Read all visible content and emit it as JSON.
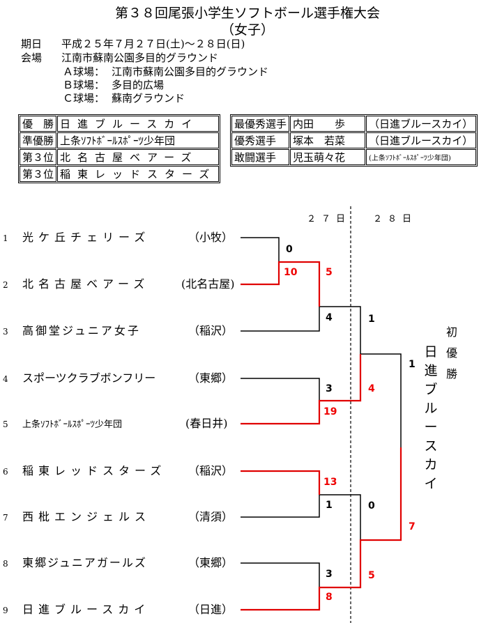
{
  "header": {
    "title": "第３８回尾張小学生ソフトボール選手権大会",
    "subtitle": "（女子）",
    "period_label": "期日",
    "period_value": "平成２５年７月２７日(土)～２８日(日)",
    "venue_label": "会場",
    "venue_value": "江南市蘇南公園多目的グラウンド",
    "fields": [
      {
        "label": "Ａ球場：",
        "value": "江南市蘇南公園多目的グラウンド"
      },
      {
        "label": "Ｂ球場：",
        "value": "多目的広場"
      },
      {
        "label": "Ｃ球場：",
        "value": "蘇南グラウンド"
      }
    ]
  },
  "results": [
    {
      "rank": "優　勝",
      "team": "日進ブルースカイ"
    },
    {
      "rank": "準優勝",
      "team": "上条ｿﾌﾄﾎﾞｰﾙｽﾎﾟｰﾂ少年団"
    },
    {
      "rank": "第３位",
      "team": "北名古屋ベアーズ"
    },
    {
      "rank": "第３位",
      "team": "稲東レッドスターズ"
    }
  ],
  "awards": [
    {
      "title": "最優秀選手",
      "player": "内田　　歩",
      "team": "（日進ブルースカイ）"
    },
    {
      "title": "優秀選手",
      "player": "塚本　若菜",
      "team": "（日進ブルースカイ）"
    },
    {
      "title": "敢闘選手",
      "player": "児玉萌々花",
      "team": "(上条ｿﾌﾄﾎﾞｰﾙｽﾎﾟｰﾂ少年団)"
    }
  ],
  "bracket": {
    "day1": "２７日",
    "day2": "２８日",
    "teams": [
      {
        "num": "1",
        "name": "光ケ丘チェリーズ",
        "region": "（小牧）"
      },
      {
        "num": "2",
        "name": "北名古屋ベアーズ",
        "region": "(北名古屋)"
      },
      {
        "num": "3",
        "name": "高御堂ジュニア女子",
        "region": "（稲沢）"
      },
      {
        "num": "4",
        "name": "スポーツクラブボンフリー",
        "region": "（東郷）"
      },
      {
        "num": "5",
        "name": "上条ｿﾌﾄﾎﾞｰﾙｽﾎﾟｰﾂ少年団",
        "region": "(春日井)"
      },
      {
        "num": "6",
        "name": "稲東レッドスターズ",
        "region": "（稲沢）"
      },
      {
        "num": "7",
        "name": "西枇エンジェルス",
        "region": "（清須）"
      },
      {
        "num": "8",
        "name": "東郷ジュニアガールズ",
        "region": "（東郷）"
      },
      {
        "num": "9",
        "name": "日進ブルースカイ",
        "region": "（日進）"
      }
    ],
    "scores": {
      "g1_top": "0",
      "g1_bottom": "10",
      "g2_top": "5",
      "g2_bottom": "4",
      "g3_top": "3",
      "g3_bottom": "19",
      "g4_top": "13",
      "g4_bottom": "1",
      "g5_top": "3",
      "g5_bottom": "8",
      "s1_top": "1",
      "s1_bottom": "4",
      "s2_top": "0",
      "s2_bottom": "5",
      "f_top": "1",
      "f_bottom": "7"
    },
    "champion_heading": "初優勝",
    "champion_name": "日進ブルースカイ"
  },
  "colors": {
    "winner_line": "#e00000",
    "loser_line": "#000000"
  }
}
